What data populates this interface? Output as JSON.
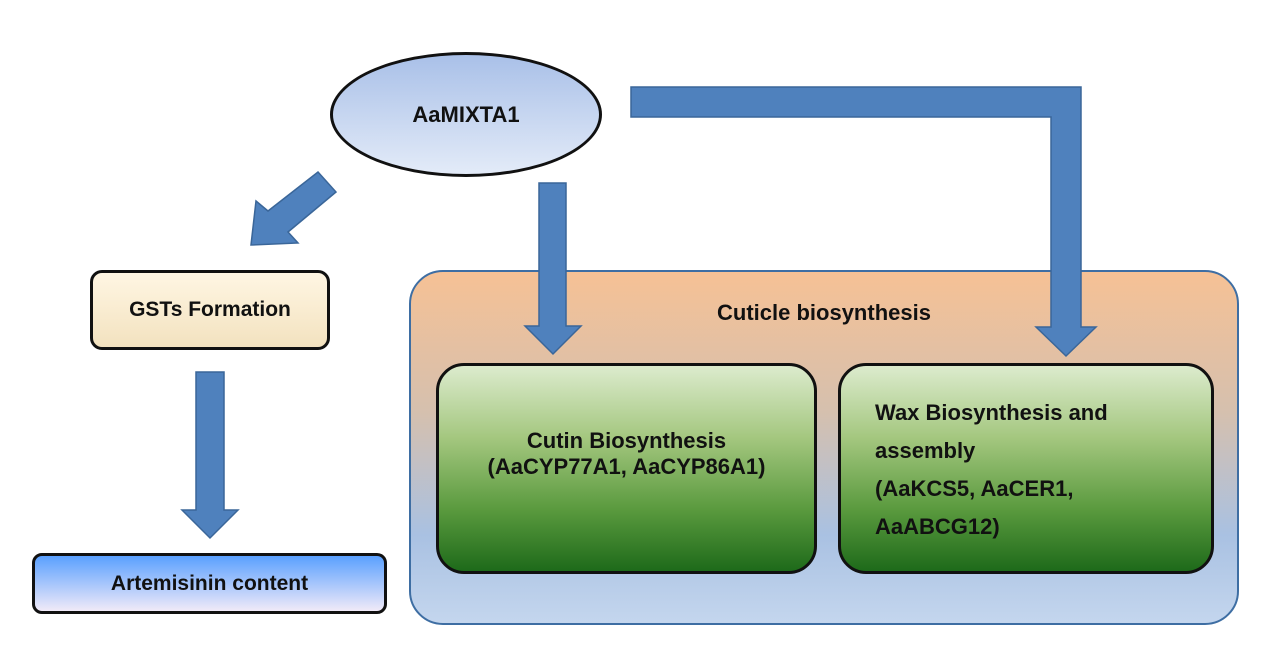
{
  "diagram": {
    "regulator": {
      "label": "AaMIXTA1"
    },
    "gsts": {
      "label": "GSTs Formation"
    },
    "artemisinin": {
      "label": "Artemisinin content"
    },
    "cuticle": {
      "title": "Cuticle biosynthesis",
      "cutin": {
        "line1": "Cutin Biosynthesis",
        "line2": "(AaCYP77A1, AaCYP86A1)"
      },
      "wax": {
        "line1": "Wax Biosynthesis and",
        "line2": "assembly",
        "line3": "(AaKCS5, AaCER1,",
        "line4": "AaABCG12)"
      }
    },
    "edges": [
      {
        "from": "AaMIXTA1",
        "to": "GSTs Formation"
      },
      {
        "from": "GSTs Formation",
        "to": "Artemisinin content"
      },
      {
        "from": "AaMIXTA1",
        "to": "Cutin Biosynthesis"
      },
      {
        "from": "AaMIXTA1",
        "to": "Wax Biosynthesis and assembly"
      }
    ],
    "colors": {
      "arrow": "#4f81bd",
      "arrow_stroke": "#3a6699",
      "cuticle_border": "#3e6ea3"
    }
  }
}
